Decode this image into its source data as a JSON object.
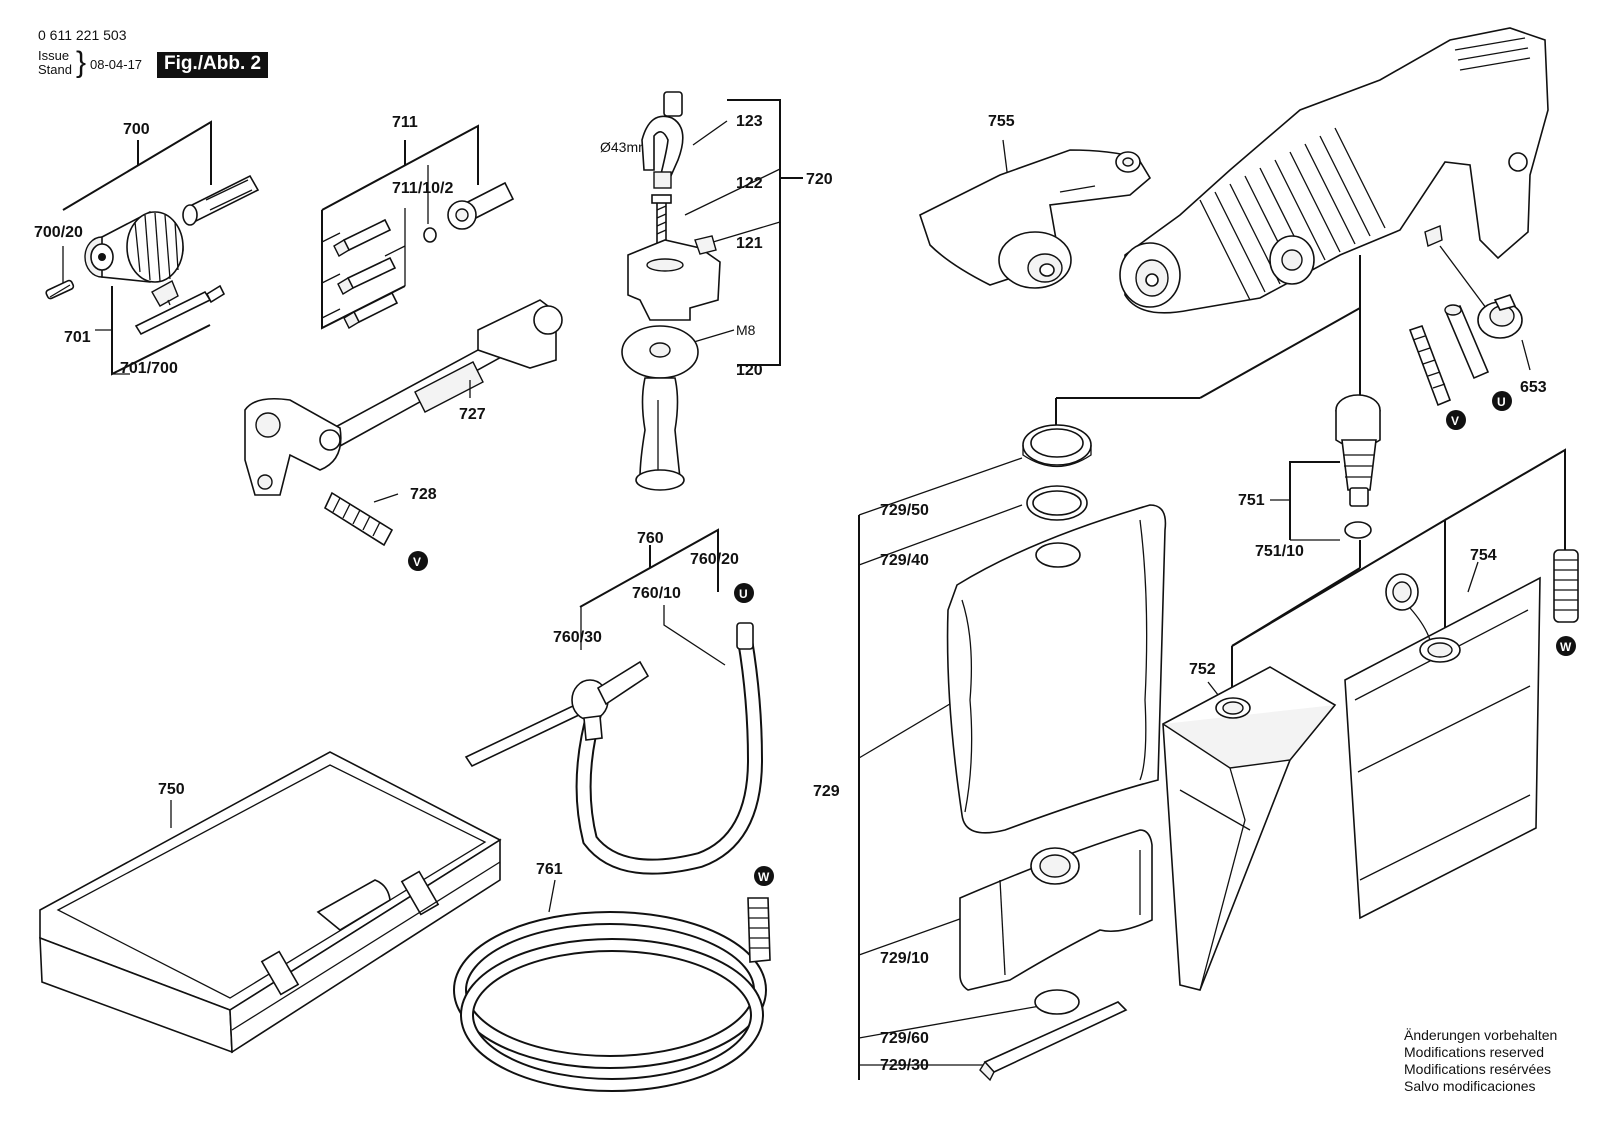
{
  "header": {
    "doc_number": "0 611 221 503",
    "issue_label": "Issue",
    "stand_label": "Stand",
    "date": "08-04-17",
    "figure_label": "Fig./Abb. 2"
  },
  "labels": {
    "p700": "700",
    "p700_20": "700/20",
    "p701": "701",
    "p701_700": "701/700",
    "p711": "711",
    "p711_10_2": "711/10/2",
    "p727": "727",
    "p728": "728",
    "p123": "123",
    "p122": "122",
    "p121": "121",
    "p120": "120",
    "p720": "720",
    "dia43": "Ø43mm",
    "m8": "M8",
    "p755": "755",
    "p653": "653",
    "p760": "760",
    "p760_20": "760/20",
    "p760_10": "760/10",
    "p760_30": "760/30",
    "p750": "750",
    "p761": "761",
    "p729_50": "729/50",
    "p729_40": "729/40",
    "p729": "729",
    "p729_10": "729/10",
    "p729_60": "729/60",
    "p729_30": "729/30",
    "p751": "751",
    "p751_10": "751/10",
    "p752": "752",
    "p754": "754"
  },
  "markers": {
    "v": "V",
    "u": "U",
    "w": "W"
  },
  "notes": [
    "Änderungen vorbehalten",
    "Modifications reserved",
    "Modifications resérvées",
    "Salvo modificaciones"
  ]
}
